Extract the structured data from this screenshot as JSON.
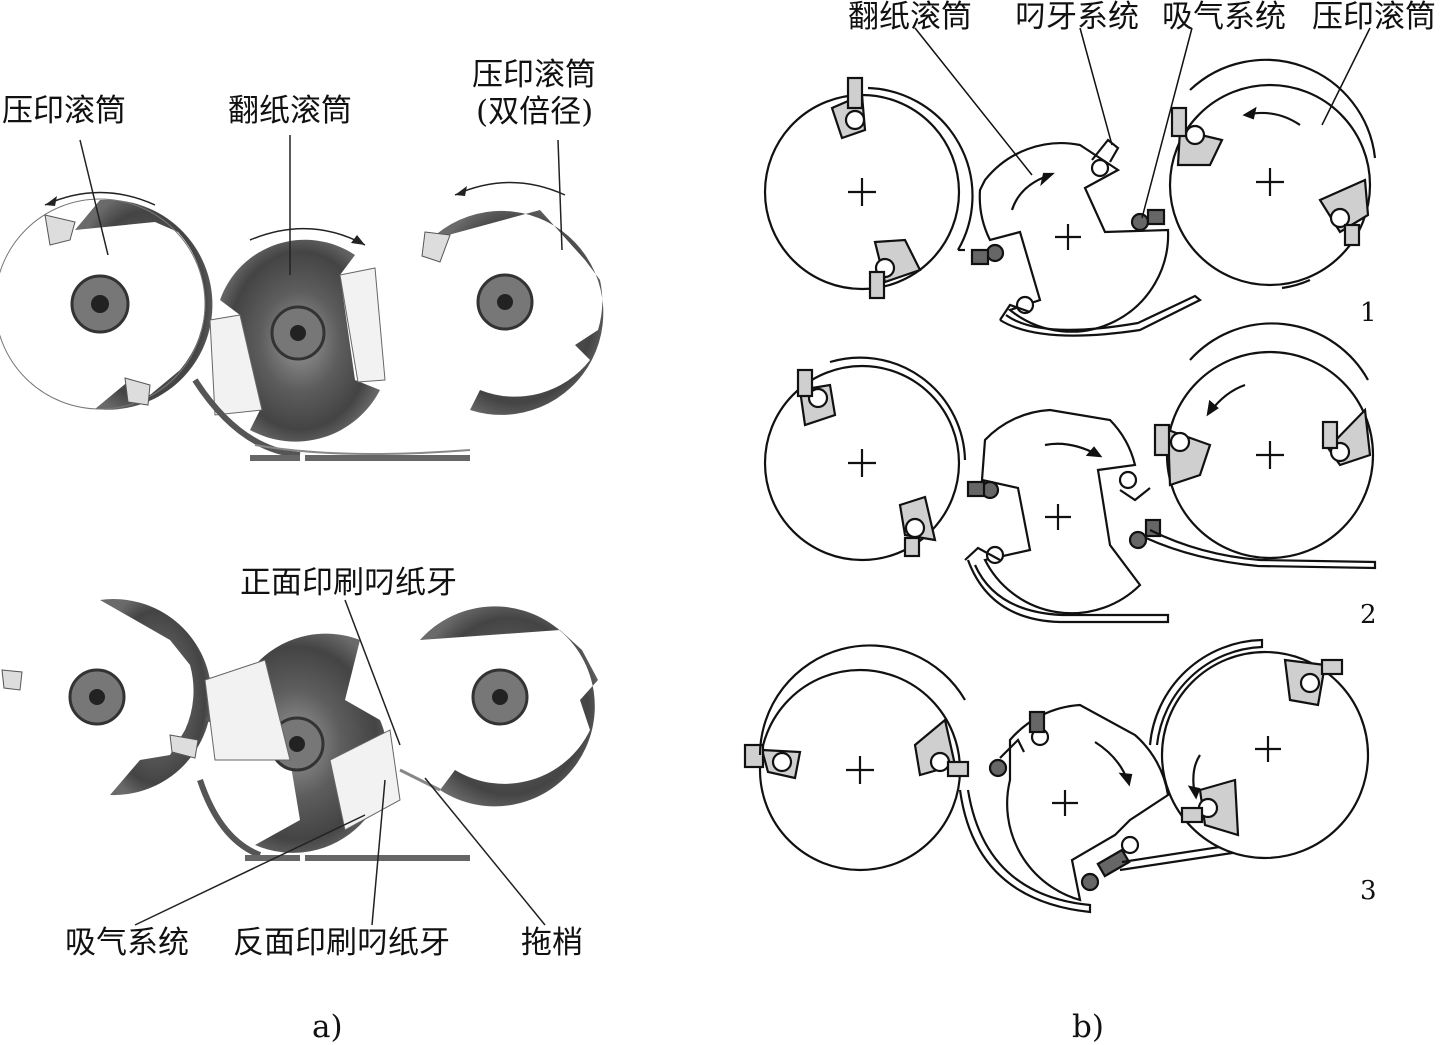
{
  "figure": {
    "panel_a": {
      "caption": "a)",
      "labels": {
        "left_cylinder": "压印滚筒",
        "transfer_cylinder": "翻纸滚筒",
        "right_cylinder_line1": "压印滚筒",
        "right_cylinder_line2": "(双倍径)",
        "front_gripper": "正面印刷叼纸牙",
        "suction_system": "吸气系统",
        "back_gripper": "反面印刷叼纸牙",
        "tail_drag": "拖梢"
      }
    },
    "panel_b": {
      "caption": "b)",
      "labels": {
        "transfer_cylinder": "翻纸滚筒",
        "gripper_system": "叼牙系统",
        "suction_system": "吸气系统",
        "impression_cylinder": "压印滚筒"
      },
      "steps": [
        "1",
        "2",
        "3"
      ]
    }
  },
  "colors": {
    "ink": "#111111",
    "metal_dark": "#4a4a4a",
    "metal_light": "#a8a8a8",
    "shade": "#cfcfcf"
  }
}
